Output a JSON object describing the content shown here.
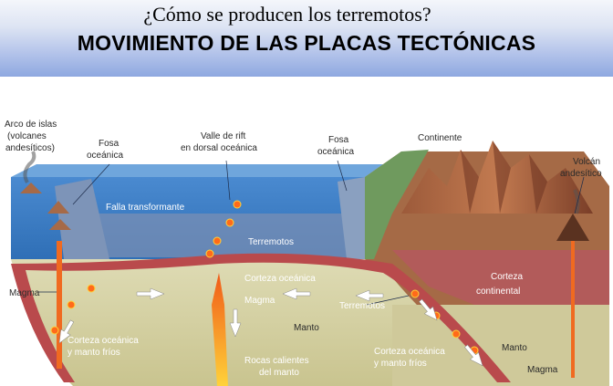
{
  "header": {
    "subtitle": "¿Cómo se producen los terremotos?",
    "title": "MOVIMIENTO DE LAS PLACAS TECTÓNICAS"
  },
  "diagram": {
    "labels": {
      "arco_1": "Arco de islas",
      "arco_2": "(volcanes",
      "arco_3": "andesíticos)",
      "fosa_left_1": "Fosa",
      "fosa_left_2": "oceánica",
      "rift_1": "Valle de rift",
      "rift_2": "en dorsal oceánica",
      "fosa_right_1": "Fosa",
      "fosa_right_2": "oceánica",
      "continente": "Continente",
      "volcan_1": "Volcán",
      "volcan_2": "andesítico",
      "falla": "Falla transformante",
      "terremotos_center": "Terremotos",
      "corteza_oceanica": "Corteza oceánica",
      "magma_center": "Magma",
      "magma_left": "Magma",
      "terremotos_right": "Terremotos",
      "corteza_continental_1": "Corteza",
      "corteza_continental_2": "continental",
      "manto_center": "Manto",
      "manto_right": "Manto",
      "corteza_fria_left_1": "Corteza oceánica",
      "corteza_fria_left_2": "y manto fríos",
      "rocas_1": "Rocas calientes",
      "rocas_2": "del manto",
      "corteza_fria_right_1": "Corteza oceánica",
      "corteza_fria_right_2": "y manto fríos",
      "magma_right": "Magma"
    },
    "colors": {
      "ocean": "#3f7fc4",
      "mantle": "#d9d4a8",
      "crust": "#b94a4c",
      "continent": "#8a4a32",
      "magma": "#f06a20"
    }
  }
}
